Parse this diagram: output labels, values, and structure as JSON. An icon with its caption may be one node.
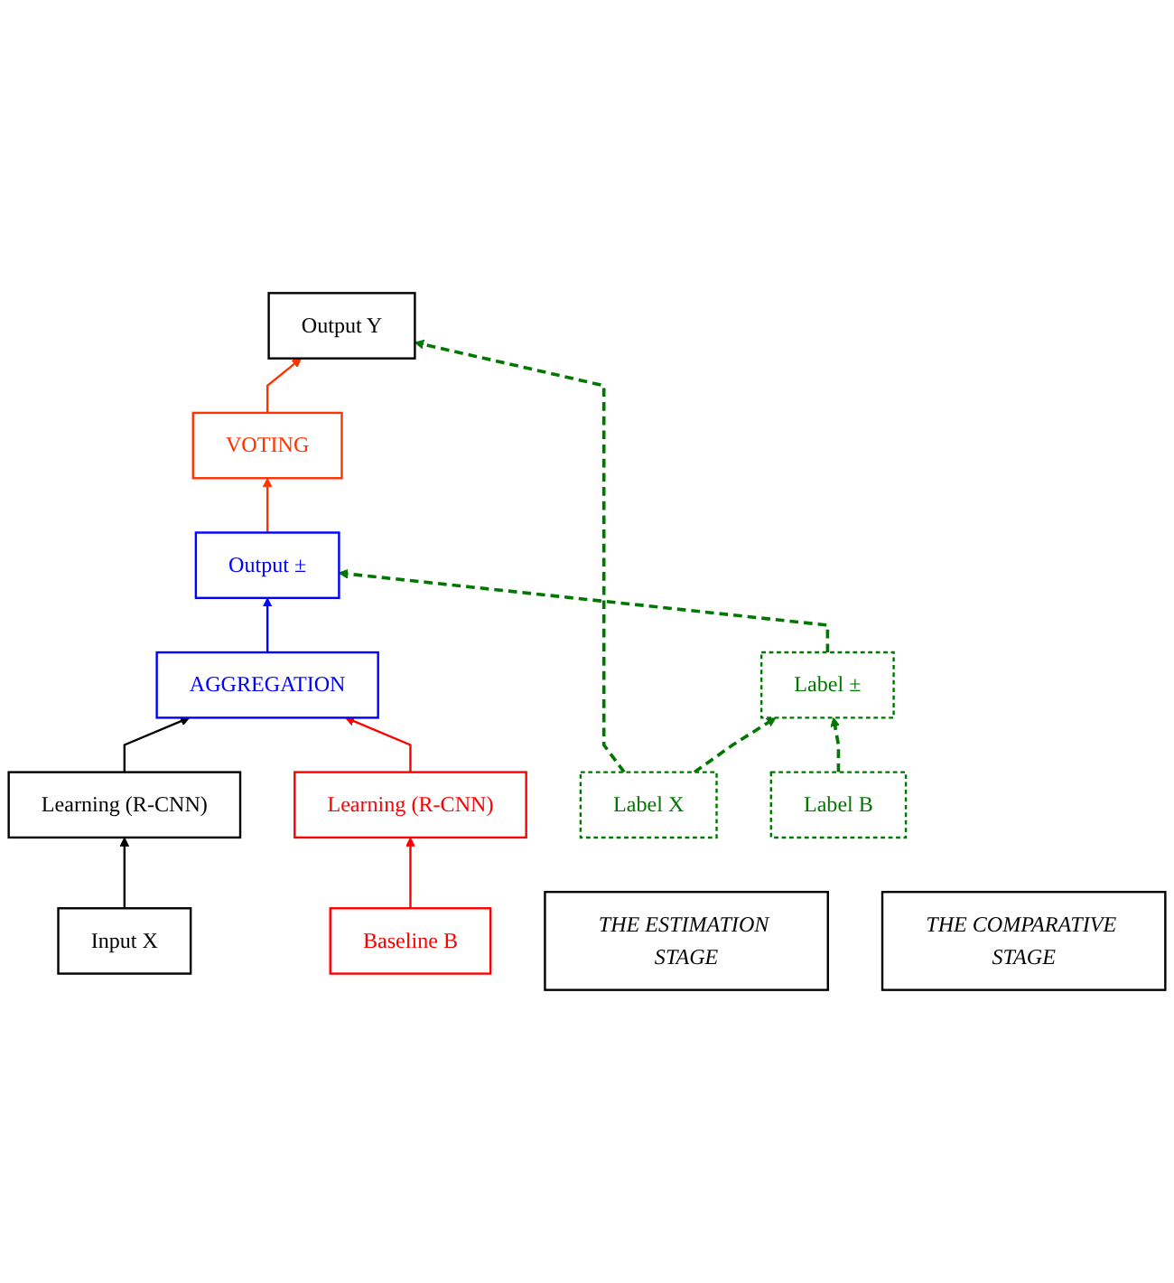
{
  "diagram": {
    "nodes": [
      {
        "text": [
          "Output Y"
        ]
      },
      {
        "text": [
          "VOTING"
        ]
      },
      {
        "text": [
          "Output ±"
        ]
      },
      {
        "text": [
          "Label ±"
        ]
      },
      {
        "text": [
          "AGGREGATION"
        ]
      },
      {
        "text": [
          "Learning (R-CNN)"
        ]
      },
      {
        "text": [
          "Learning (R-CNN)"
        ]
      },
      {
        "text": [
          "Input X"
        ]
      },
      {
        "text": [
          "Baseline B"
        ]
      },
      {
        "text": [
          "Label X"
        ]
      },
      {
        "text": [
          "Label B"
        ]
      },
      {
        "text": [
          "THE ESTIMATION STAGE"
        ]
      },
      {
        "text": [
          "THE COMPARATIVE STAGE"
        ]
      }
    ],
    "edges": [
      {
        "from": 1,
        "to": 0,
        "arrow": "to",
        "color": "#ff3300"
      },
      {
        "from": 2,
        "to": 1,
        "arrow": "to",
        "color": "#ff3300"
      },
      {
        "from": 3,
        "to": 2,
        "arrow": "to",
        "style": "dashed",
        "color": "#007700"
      },
      {
        "from": 4,
        "to": 2,
        "arrow": "to",
        "color": "#0000ff"
      },
      {
        "from": 5,
        "to": 4,
        "arrow": "to",
        "color": "#000000"
      },
      {
        "from": 6,
        "to": 4,
        "arrow": "to",
        "color": "#ff0000"
      },
      {
        "from": 7,
        "to": 5,
        "arrow": "to",
        "color": "#000000"
      },
      {
        "from": 8,
        "to": 6,
        "arrow": "to",
        "color": "#ff0000"
      },
      {
        "from": 9,
        "to": 0,
        "arrow": "to",
        "style": "dashed",
        "color": "#007700"
      },
      {
        "from": 10,
        "to": 3,
        "arrow": "to",
        "style": "dashed",
        "color": "#007700"
      },
      {
        "from": 9,
        "to": 3,
        "arrow": "to",
        "style": "dashed",
        "color": "#007700"
      }
    ]
  }
}
